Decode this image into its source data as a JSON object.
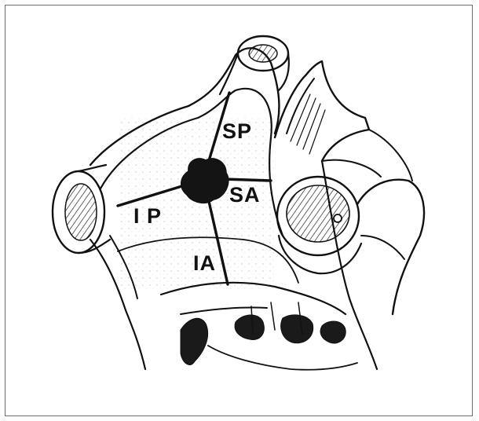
{
  "labels": {
    "sp": "SP",
    "sa": "SA",
    "ip": "I P",
    "ia": "IA"
  },
  "colors": {
    "ink": "#111111",
    "frame": "#6f6f6f",
    "background": "#ffffff"
  }
}
